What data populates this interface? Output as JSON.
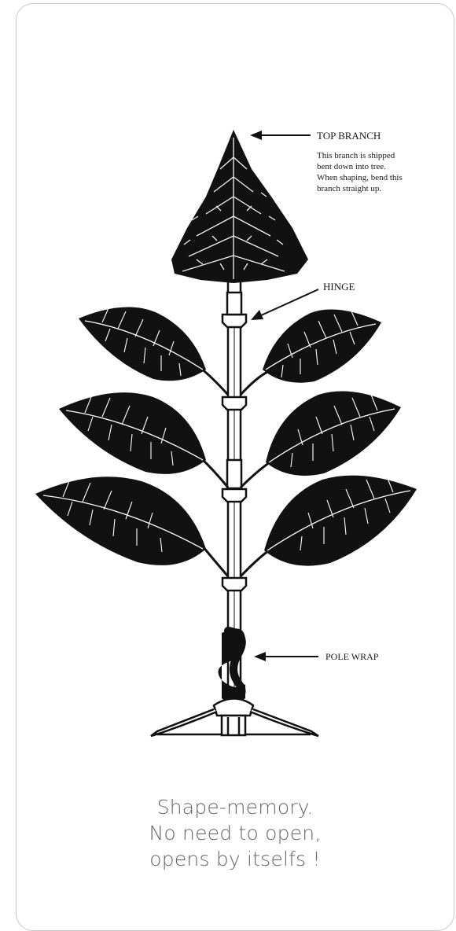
{
  "labels": {
    "top_branch": "TOP BRANCH",
    "top_branch_note": [
      "This branch is shipped",
      "bent down into tree.",
      "When shaping, bend this",
      "branch straight up."
    ],
    "hinge": "HINGE",
    "pole_wrap": "POLE WRAP"
  },
  "caption": [
    "Shape-memory.",
    "No need to open,",
    "opens by itselfs !"
  ]
}
